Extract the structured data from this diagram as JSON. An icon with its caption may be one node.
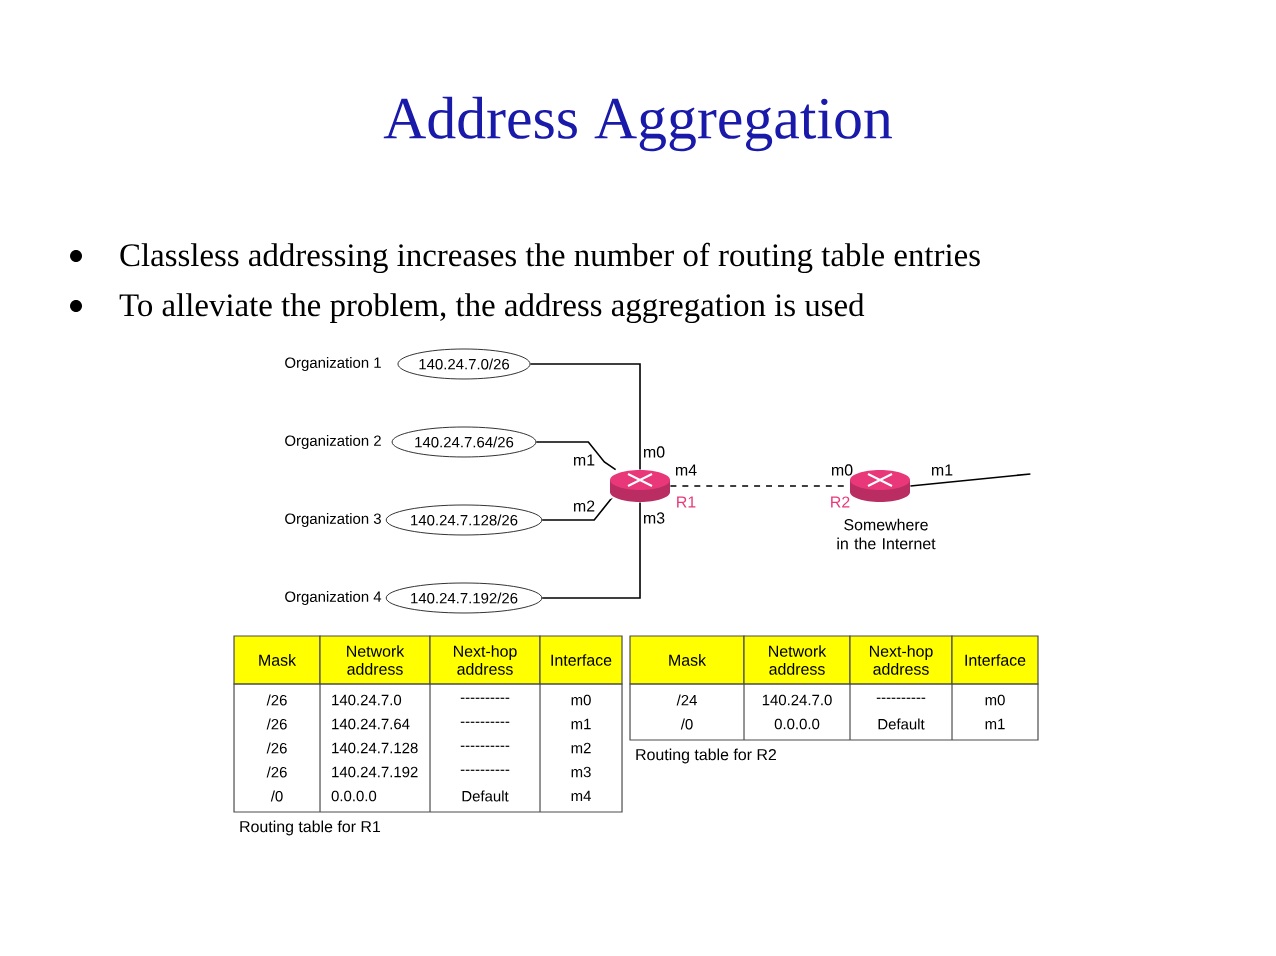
{
  "diagram": {
    "title": "Address Aggregation",
    "nodes": [
      {
        "text": [
          "140.24.7.0/26"
        ],
        "beside": [
          "Organization 1"
        ]
      },
      {
        "text": [
          "140.24.7.64/26"
        ],
        "beside": [
          "Organization 2"
        ]
      },
      {
        "text": [
          "140.24.7.128/26"
        ],
        "beside": [
          "Organization 3"
        ]
      },
      {
        "text": [
          "140.24.7.192/26"
        ],
        "beside": [
          "Organization 4"
        ]
      },
      {
        "text": [],
        "shape": "cylinder",
        "beside": [
          "R1"
        ]
      },
      {
        "text": [],
        "shape": "cylinder",
        "beside": [
          "R2",
          "Somewhere in the Internet"
        ]
      }
    ],
    "edges": [
      {
        "from": 0,
        "to": 4,
        "arrow": "none"
      },
      {
        "from": 1,
        "to": 4,
        "arrow": "none"
      },
      {
        "from": 2,
        "to": 4,
        "arrow": "none"
      },
      {
        "from": 3,
        "to": 4,
        "arrow": "none"
      },
      {
        "from": 4,
        "to": 5,
        "arrow": "none",
        "style": "dashed"
      },
      {
        "from": 5,
        "to": null,
        "arrow": "none"
      }
    ],
    "labels": [
      "Classless addressing  increases the number of routing table entries",
      "To alleviate the problem, the address aggregation is used",
      "m1",
      "m0",
      "m4",
      "m2",
      "m3",
      "m0",
      "m1",
      "Mask",
      "Network address",
      "Next-hop address",
      "Interface",
      "/26",
      "140.24.7.0",
      "----------",
      "m0",
      "/26",
      "140.24.7.64",
      "----------",
      "m1",
      "/26",
      "140.24.7.128",
      "----------",
      "m2",
      "/26",
      "140.24.7.192",
      "----------",
      "m3",
      "/0",
      "0.0.0.0",
      "Default",
      "m4",
      "Routing table for R1",
      "Mask",
      "Network address",
      "Next-hop address",
      "Interface",
      "/24",
      "140.24.7.0",
      "----------",
      "m0",
      "/0",
      "0.0.0.0",
      "Default",
      "m1",
      "Routing table for R2"
    ]
  }
}
